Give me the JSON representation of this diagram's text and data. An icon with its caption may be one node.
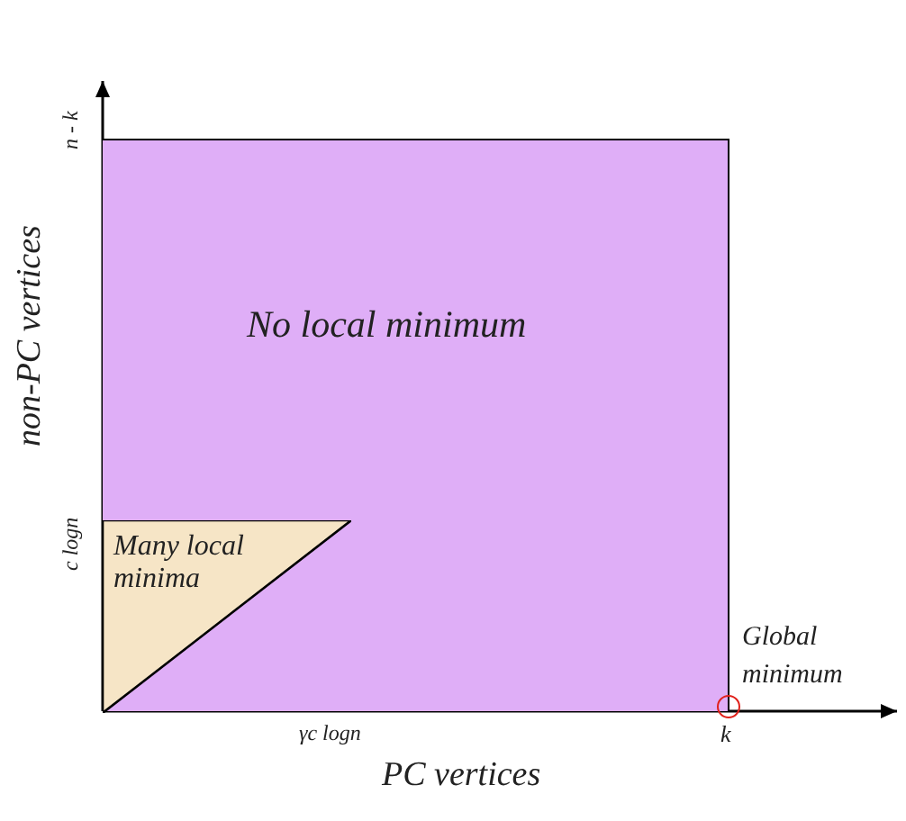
{
  "diagram": {
    "nodes": [
      {
        "text": [
          "No local minimum"
        ]
      },
      {
        "text": [
          "Many local minima"
        ],
        "in": 0
      },
      {
        "text": [],
        "shape": "circle",
        "beside": [
          "Global minimum"
        ]
      }
    ],
    "edges": [],
    "labels": [
      "n - k",
      "c logn",
      "non-PC vertices",
      "γc logn",
      "k",
      "PC vertices"
    ]
  }
}
